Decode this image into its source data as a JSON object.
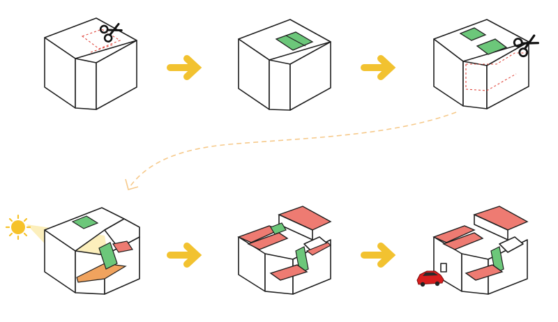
{
  "colors": {
    "outline": "#1e1e1e",
    "face": "#ffffff",
    "green": "#6cc77a",
    "red": "#ee7b72",
    "orange": "#f0a35e",
    "arrow": "#f2c230",
    "dashed_path": "#f6c98a",
    "cut_line": "#e0483e",
    "sun_core": "#f6c22a",
    "sun_glow": "#fbe9a6",
    "car": "#d81e1e"
  },
  "icons": {
    "cut_tool": "scissors-icon",
    "light_source": "sun-icon",
    "vehicle": "car-icon",
    "step_arrow": "arrow-right-icon"
  },
  "steps": [
    {
      "id": 1,
      "state": "solid block with dashed cut outline on roof"
    },
    {
      "id": 2,
      "state": "block with green roof opening"
    },
    {
      "id": 3,
      "state": "block with two openings and dashed cut through volume"
    },
    {
      "id": 4,
      "state": "carved block lit by sun"
    },
    {
      "id": 5,
      "state": "carved block with red terraces"
    },
    {
      "id": 6,
      "state": "carved block with garage and car"
    }
  ]
}
